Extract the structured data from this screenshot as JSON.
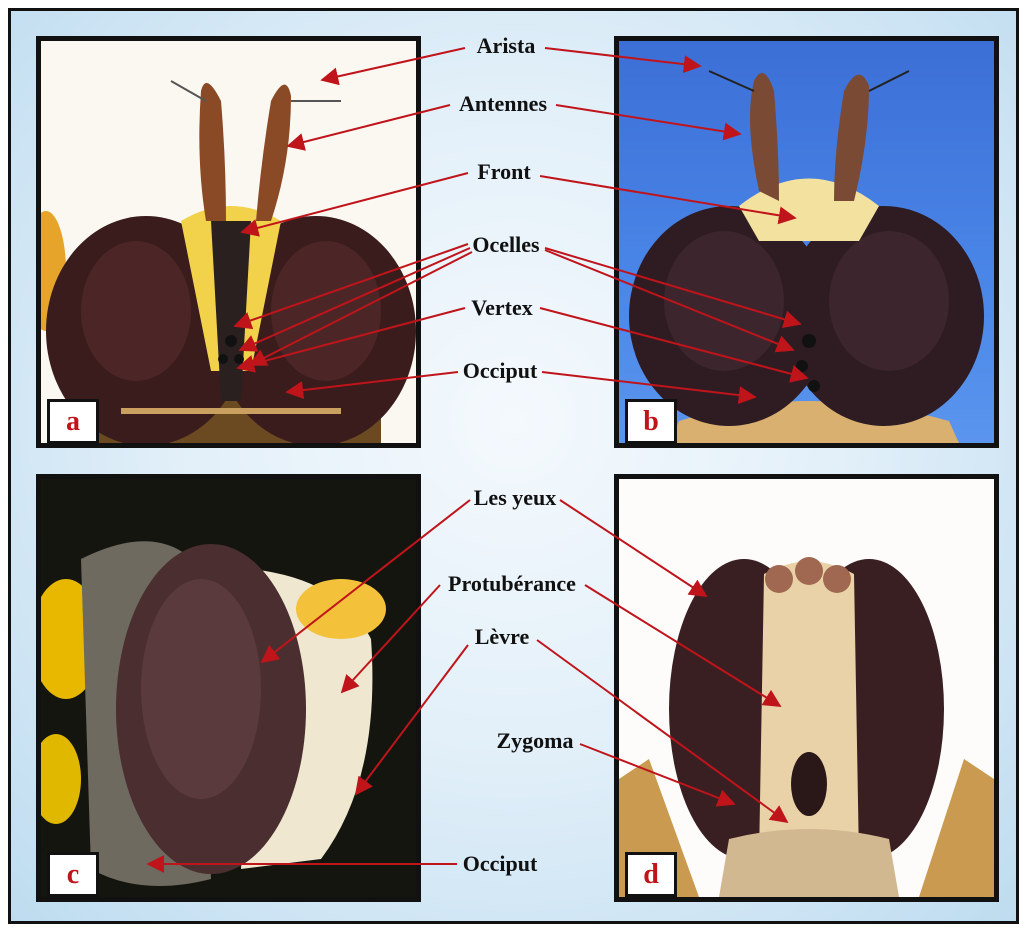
{
  "panels": [
    {
      "id": "a",
      "tag": "a"
    },
    {
      "id": "b",
      "tag": "b"
    },
    {
      "id": "c",
      "tag": "c"
    },
    {
      "id": "d",
      "tag": "d"
    }
  ],
  "labels": {
    "arista": "Arista",
    "antennes": "Antennes",
    "front": "Front",
    "ocelles": "Ocelles",
    "vertex": "Vertex",
    "occiput_top": "Occiput",
    "les_yeux": "Les yeux",
    "protuberance": "Protubérance",
    "levre": "Lèvre",
    "zygoma": "Zygoma",
    "occiput_bottom": "Occiput"
  },
  "colors": {
    "arrow": "#c0141b",
    "tag_text": "#c0141b",
    "border": "#111111"
  }
}
